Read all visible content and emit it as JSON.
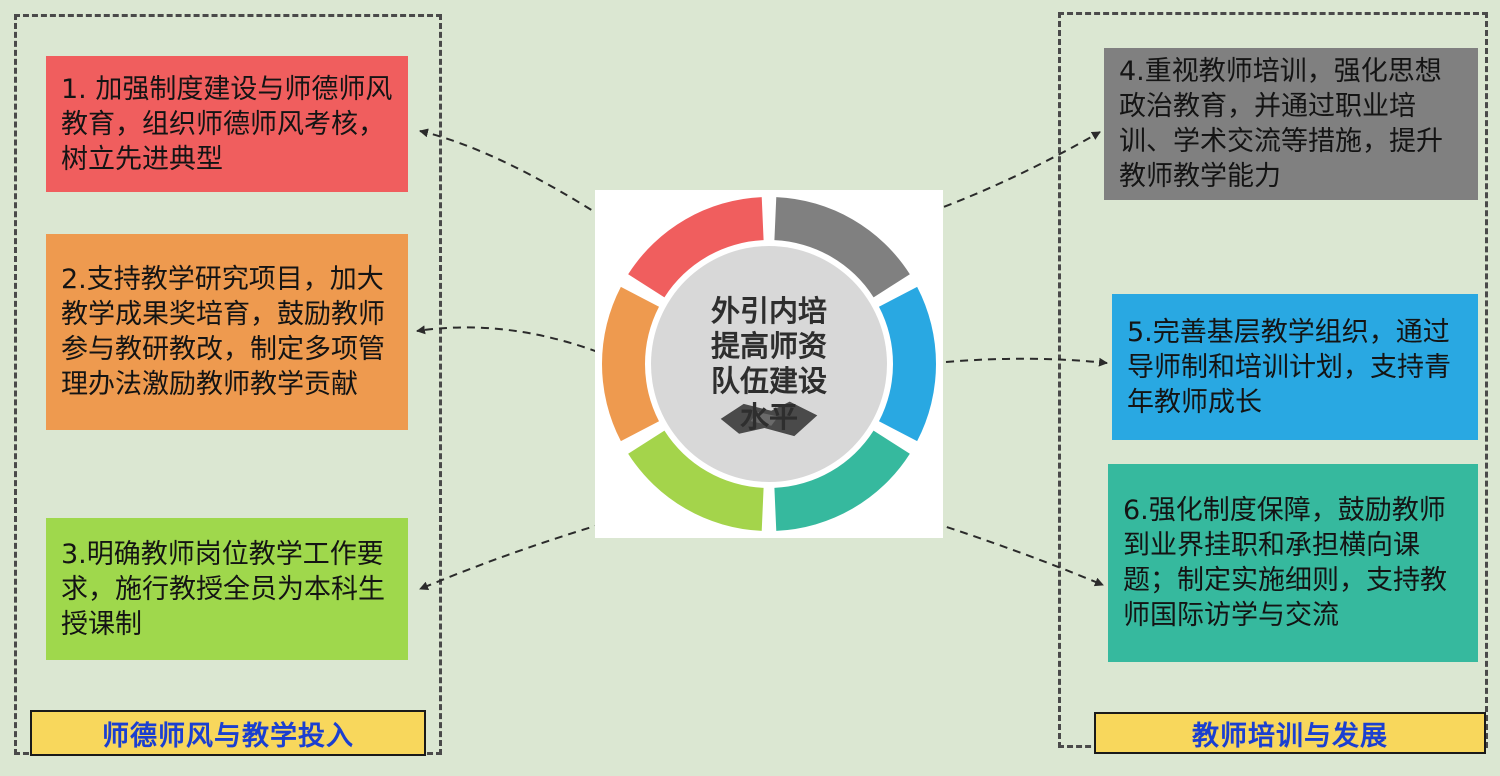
{
  "background_color": "#dbe7d2",
  "left_panel": {
    "title": "师德师风与教学投入",
    "items": [
      {
        "text": "1. 加强制度建设与师德师风教育，组织师德师风考核，树立先进典型",
        "color": "#f05e5e"
      },
      {
        "text": "2.支持教学研究项目，加大教学成果奖培育，鼓励教师参与教研教改，制定多项管理办法激励教师教学贡献",
        "color": "#ee9a4f"
      },
      {
        "text": "3.明确教师岗位教学工作要求，施行教授全员为本科生授课制",
        "color": "#9fd84c"
      }
    ]
  },
  "right_panel": {
    "title": "教师培训与发展",
    "items": [
      {
        "text": "4.重视教师培训，强化思想政治教育，并通过职业培训、学术交流等措施，提升教师教学能力",
        "color": "#808080"
      },
      {
        "text": "5.完善基层教学组织，通过导师制和培训计划，支持青年教师成长",
        "color": "#29a8e2"
      },
      {
        "text": "6.强化制度保障，鼓励教师到业界挂职和承担横向课题；制定实施细则，支持教师国际访学与交流",
        "color": "#36b99e"
      }
    ]
  },
  "center": {
    "lines": [
      "外引内培",
      "提高师资",
      "队伍建设",
      "水平"
    ],
    "icon": "handshake-icon",
    "ring_colors": [
      "#808080",
      "#29a8e2",
      "#36b99e",
      "#a4d44b",
      "#ee9a4f",
      "#f05e5e"
    ],
    "inner_color": "#d8d8d8",
    "card_color": "#ffffff"
  },
  "style": {
    "group_title_bg": "#f8d75c",
    "group_title_text": "#1b3fd0",
    "arrow_color": "#2b2b2b"
  }
}
